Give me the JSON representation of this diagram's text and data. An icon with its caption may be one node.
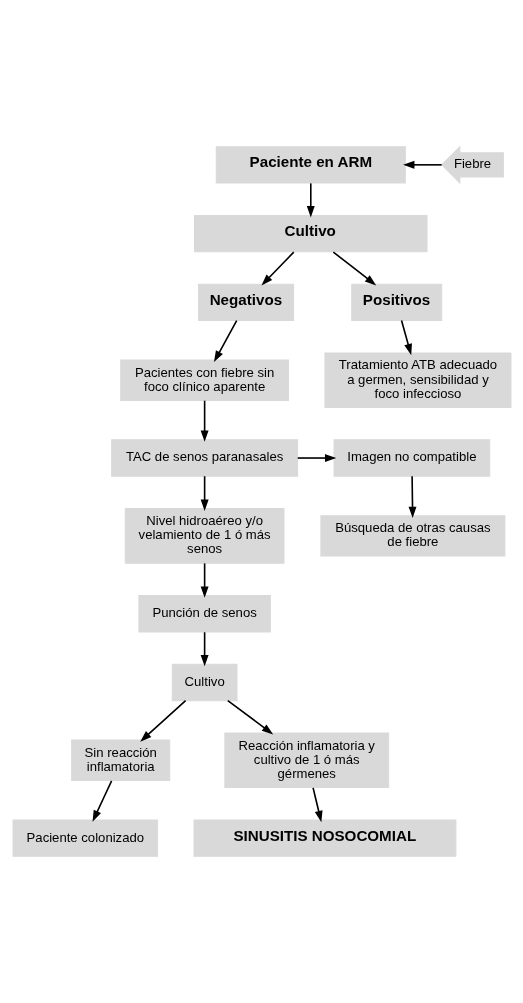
{
  "diagram": {
    "nodes": [
      {
        "text": [
          "Paciente en ARM"
        ]
      },
      {
        "text": [
          "Fiebre"
        ]
      },
      {
        "text": [
          "Cultivo"
        ]
      },
      {
        "text": [
          "Negativos"
        ]
      },
      {
        "text": [
          "Positivos"
        ]
      },
      {
        "text": [
          "Tratamiento ATB adecuado a germen, sensibilidad y foco infeccioso"
        ]
      },
      {
        "text": [
          "Pacientes con fiebre sin foco clínico aparente"
        ]
      },
      {
        "text": [
          "TAC de senos paranasales"
        ]
      },
      {
        "text": [
          "Imagen no compatible"
        ]
      },
      {
        "text": [
          "Nivel hidroaéreo y/o velamiento de 1 ó más senos"
        ]
      },
      {
        "text": [
          "Búsqueda de otras causas de fiebre"
        ]
      },
      {
        "text": [
          "Punción de senos"
        ]
      },
      {
        "text": [
          "Cultivo"
        ]
      },
      {
        "text": [
          "Sin reacción inflamatoria"
        ]
      },
      {
        "text": [
          "Reacción inflamatoria y cultivo de 1 ó más gérmenes"
        ]
      },
      {
        "text": [
          "Paciente colonizado"
        ]
      },
      {
        "text": [
          "SINUSITIS NOSOCOMIAL"
        ]
      }
    ],
    "edges": [
      {
        "from": 1,
        "to": 0,
        "arrow": "to"
      },
      {
        "from": 0,
        "to": 2,
        "arrow": "to"
      },
      {
        "from": 2,
        "to": 3,
        "arrow": "to"
      },
      {
        "from": 2,
        "to": 4,
        "arrow": "to"
      },
      {
        "from": 4,
        "to": 5,
        "arrow": "to"
      },
      {
        "from": 3,
        "to": 6,
        "arrow": "to"
      },
      {
        "from": 6,
        "to": 7,
        "arrow": "to"
      },
      {
        "from": 7,
        "to": 8,
        "arrow": "to"
      },
      {
        "from": 7,
        "to": 9,
        "arrow": "to"
      },
      {
        "from": 8,
        "to": 10,
        "arrow": "to"
      },
      {
        "from": 9,
        "to": 11,
        "arrow": "to"
      },
      {
        "from": 11,
        "to": 12,
        "arrow": "to"
      },
      {
        "from": 12,
        "to": 13,
        "arrow": "to"
      },
      {
        "from": 12,
        "to": 14,
        "arrow": "to"
      },
      {
        "from": 13,
        "to": 15,
        "arrow": "to"
      },
      {
        "from": 14,
        "to": 16,
        "arrow": "to"
      }
    ]
  }
}
